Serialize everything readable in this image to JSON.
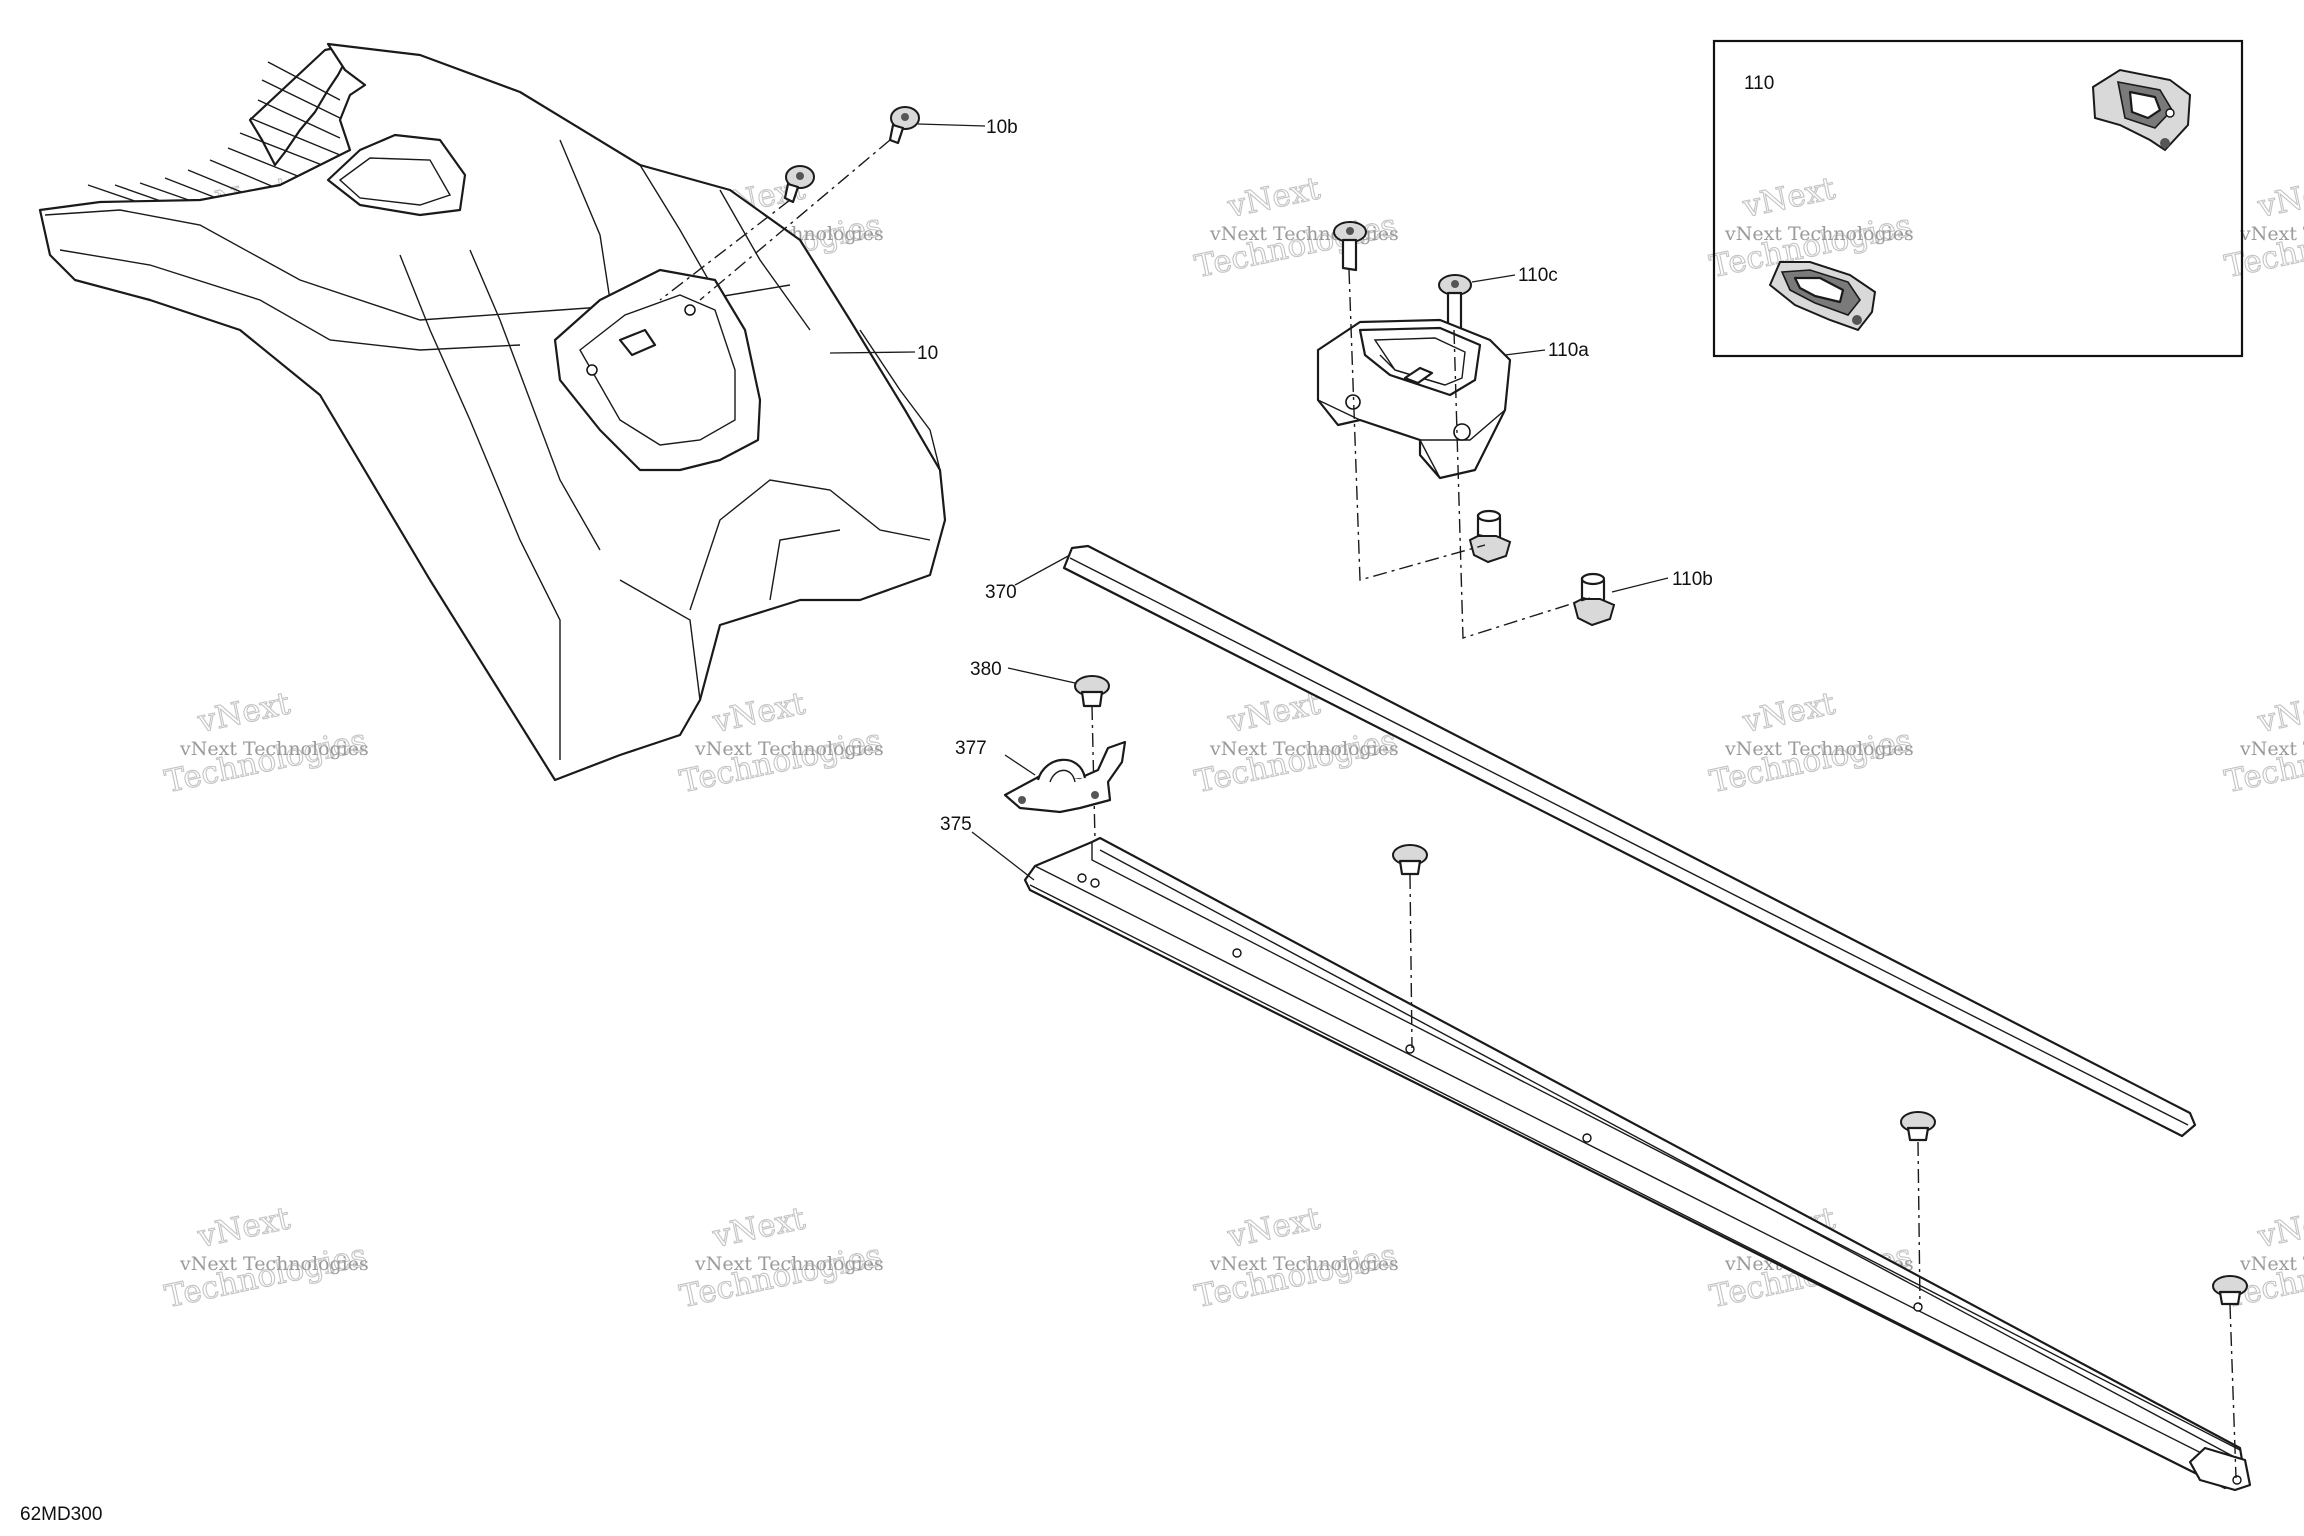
{
  "diagram_code": "62MD300",
  "callouts": {
    "c10": "10",
    "c10b": "10b",
    "c110": "110",
    "c110a": "110a",
    "c110b": "110b",
    "c110c": "110c",
    "c370": "370",
    "c375": "375",
    "c377": "377",
    "c380": "380"
  },
  "watermark": {
    "line1": "vNext Technologies",
    "line2": "Technologies",
    "faint": "vNext"
  }
}
